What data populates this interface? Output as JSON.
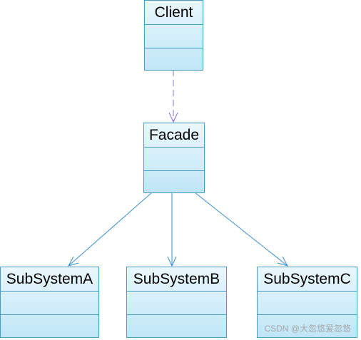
{
  "diagram": {
    "classes": [
      {
        "id": "client",
        "name": "Client"
      },
      {
        "id": "facade",
        "name": "Facade"
      },
      {
        "id": "subsystem_a",
        "name": "SubSystemA"
      },
      {
        "id": "subsystem_b",
        "name": "SubSystemB"
      },
      {
        "id": "subsystem_c",
        "name": "SubSystemC"
      }
    ],
    "relationships": [
      {
        "from": "client",
        "to": "facade",
        "type": "dependency"
      },
      {
        "from": "facade",
        "to": "subsystem_a",
        "type": "association"
      },
      {
        "from": "facade",
        "to": "subsystem_b",
        "type": "association"
      },
      {
        "from": "facade",
        "to": "subsystem_c",
        "type": "association"
      }
    ],
    "colors": {
      "box_border": "#4a9cc8",
      "association_line": "#3a8fd0",
      "dependency_line": "#8a6fd6"
    }
  },
  "watermark": "CSDN @大忽悠爱忽悠"
}
